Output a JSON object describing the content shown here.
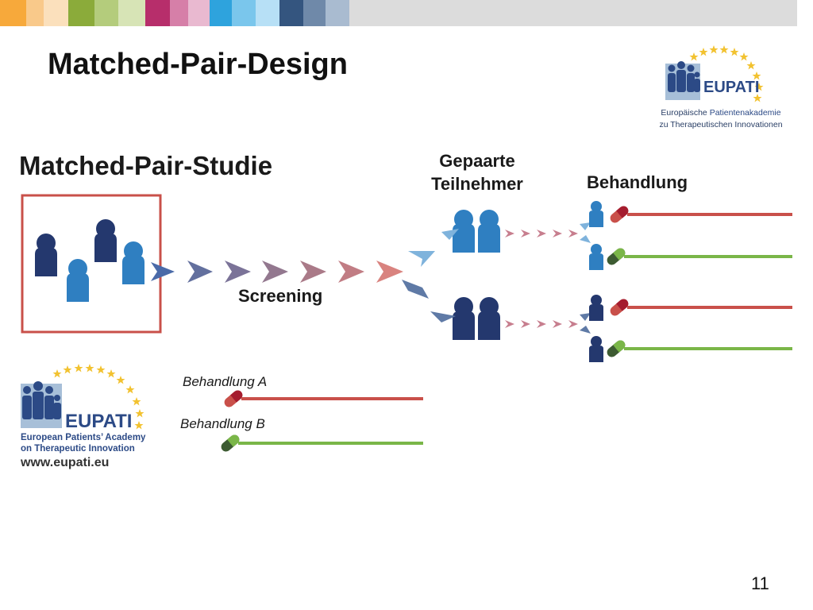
{
  "slide": {
    "title": "Matched-Pair-Design",
    "page_number": "11"
  },
  "colors": {
    "bar": [
      "#f7a93b",
      "#f9c98a",
      "#fbe0bc",
      "#8bab3a",
      "#b4cc7c",
      "#d7e4b6",
      "#b72e6b",
      "#d67fa8",
      "#e9b9d0",
      "#2ea3dd",
      "#7ac6ec",
      "#b7e0f6",
      "#34557f",
      "#6f89a9",
      "#a9bbd0",
      "#dcdcdc"
    ],
    "figure_dark": "#24386e",
    "figure_light": "#2f7fc1",
    "treatment_a": "#c9504a",
    "treatment_b": "#7ab648",
    "box_border": "#c9504a"
  },
  "diagram": {
    "study_label": "Matched-Pair-Studie",
    "screening_label": "Screening",
    "pairs_label_line1": "Gepaarte",
    "pairs_label_line2": "Teilnehmer",
    "treatment_label": "Behandlung",
    "legend_a": "Behandlung A",
    "legend_b": "Behandlung B"
  },
  "logo_top": {
    "wordmark": "EUPATI",
    "line1_prefix": "Europäische ",
    "line1_highlight": "Patientenakademie",
    "line2": "zu Therapeutischen Innovationen"
  },
  "logo_bottom": {
    "wordmark": "EUPATI",
    "line1": "European Patients’ Academy",
    "line2": "on Therapeutic Innovation",
    "url": "www.eupati.eu"
  }
}
